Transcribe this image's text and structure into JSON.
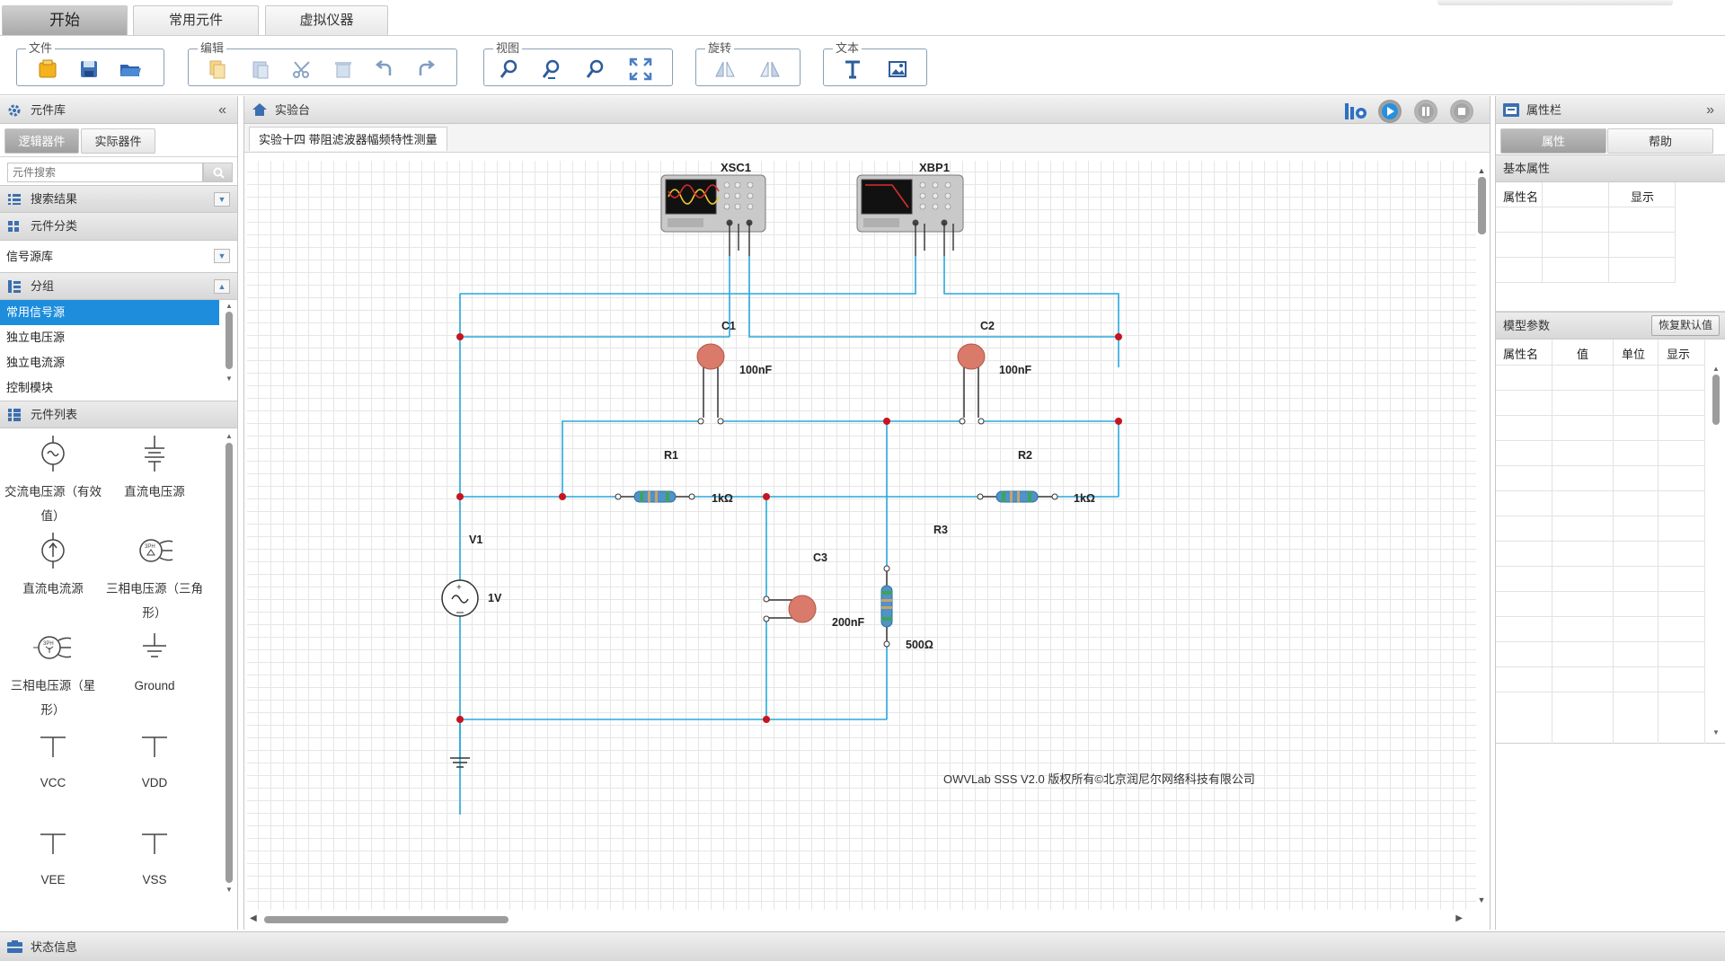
{
  "top_tabs": [
    "开始",
    "常用元件",
    "虚拟仪器"
  ],
  "ribbon": {
    "groups": [
      "文件",
      "编辑",
      "视图",
      "旋转",
      "文本"
    ]
  },
  "library": {
    "title": "元件库",
    "collapse_icon": "double-chevron-left-icon",
    "tabs": [
      "逻辑器件",
      "实际器件"
    ],
    "search_placeholder": "元件搜索",
    "search_results": "搜索结果",
    "category": "元件分类",
    "category_value": "信号源库",
    "group": "分组",
    "group_items": [
      "常用信号源",
      "独立电压源",
      "独立电流源",
      "控制模块"
    ],
    "component_list": "元件列表",
    "components": [
      {
        "label": "交流电压源（有效值）",
        "icon": "ac-voltage-source-icon"
      },
      {
        "label": "直流电压源",
        "icon": "dc-voltage-source-icon"
      },
      {
        "label": "直流电流源",
        "icon": "dc-current-source-icon"
      },
      {
        "label": "三相电压源（三角形）",
        "icon": "three-phase-delta-icon"
      },
      {
        "label": "三相电压源（星形）",
        "icon": "three-phase-star-icon"
      },
      {
        "label": "Ground",
        "icon": "ground-icon"
      },
      {
        "label": "VCC",
        "icon": "vcc-icon"
      },
      {
        "label": "VDD",
        "icon": "vdd-icon"
      },
      {
        "label": "VEE",
        "icon": "vee-icon"
      },
      {
        "label": "VSS",
        "icon": "vss-icon"
      }
    ]
  },
  "workbench": {
    "title": "实验台",
    "doc_tab": "实验十四 带阻滤波器幅频特性测量",
    "copyright": "OWVLab SSS V2.0 版权所有©北京润尼尔网络科技有限公司"
  },
  "circuit": {
    "instruments": [
      {
        "id": "XSC1",
        "type": "oscilloscope"
      },
      {
        "id": "XBP1",
        "type": "bode-plotter"
      }
    ],
    "components": [
      {
        "id": "C1",
        "value": "100nF"
      },
      {
        "id": "C2",
        "value": "100nF"
      },
      {
        "id": "C3",
        "value": "200nF"
      },
      {
        "id": "R1",
        "value": "1kΩ"
      },
      {
        "id": "R2",
        "value": "1kΩ"
      },
      {
        "id": "R3",
        "value": "500Ω"
      },
      {
        "id": "V1",
        "value": "1V"
      }
    ]
  },
  "properties": {
    "title": "属性栏",
    "tabs": [
      "属性",
      "帮助"
    ],
    "basic_section": "基本属性",
    "basic_columns": [
      "属性名",
      "显示"
    ],
    "model_section": "模型参数",
    "restore_button": "恢复默认值",
    "model_columns": [
      "属性名",
      "值",
      "单位",
      "显示"
    ]
  },
  "status": {
    "title": "状态信息"
  },
  "colors": {
    "wire": "#29a8dc",
    "node": "#c8141e",
    "selection": "#1d8ddc"
  }
}
